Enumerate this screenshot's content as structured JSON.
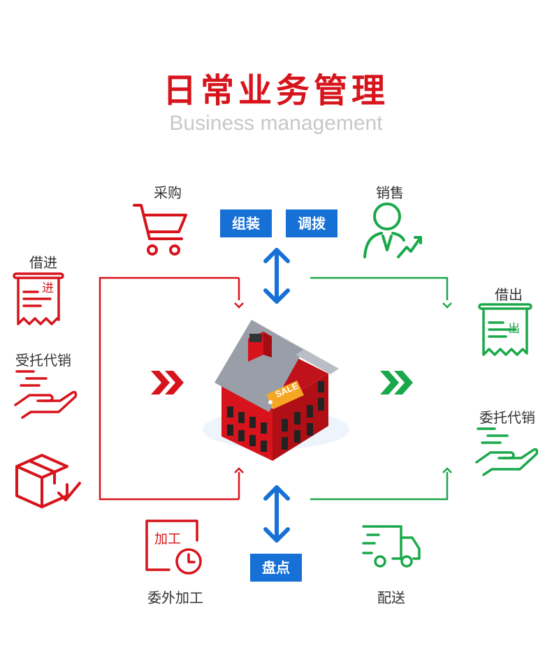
{
  "header": {
    "title": "日常业务管理",
    "subtitle": "Business management"
  },
  "colors": {
    "red": "#d7141c",
    "green": "#1aa84a",
    "blue": "#1670d6",
    "text": "#333333",
    "subtitle": "#c8c8c8"
  },
  "left_items": {
    "purchase": "采购",
    "borrow_in": "借进",
    "borrow_in_badge": "进",
    "consign_in": "受托代销",
    "outsource": "委外加工",
    "outsource_badge": "加工"
  },
  "right_items": {
    "sales": "销售",
    "borrow_out": "借出",
    "borrow_out_badge": "出",
    "consign_out": "委托代销",
    "delivery": "配送"
  },
  "center_tags": {
    "assemble": "组装",
    "transfer": "调拨",
    "stocktake": "盘点"
  },
  "house": {
    "sale_tag": "SALE"
  },
  "icons": [
    "cart-icon",
    "receipt-in-icon",
    "hand-icon",
    "box-check-icon",
    "clock-process-icon",
    "salesperson-icon",
    "receipt-out-icon",
    "truck-icon",
    "double-chevron-icon",
    "updown-arrow-icon"
  ]
}
